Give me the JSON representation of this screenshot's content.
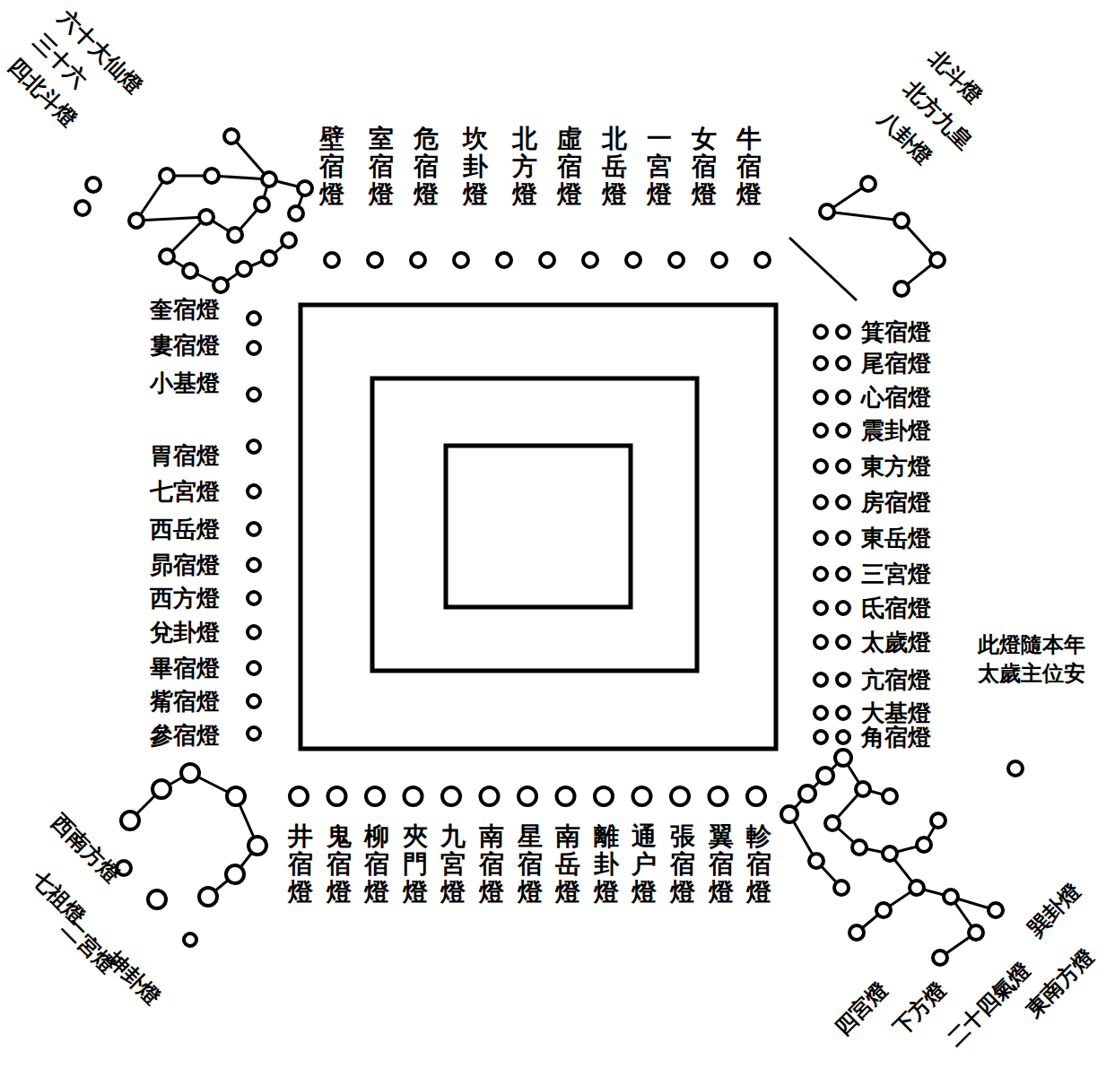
{
  "diagram": {
    "labels": [
      "壁宿燈",
      "室宿燈",
      "危宿燈",
      "坎卦燈",
      "北方燈",
      "虛宿燈",
      "北岳燈",
      "一宮燈",
      "女宿燈",
      "牛宿燈",
      "六十大仙燈",
      "三十六",
      "四北斗燈",
      "北斗燈",
      "北方九皇",
      "八卦燈",
      "奎宿燈",
      "婁宿燈",
      "小基燈",
      "胃宿燈",
      "七宮燈",
      "西岳燈",
      "昴宿燈",
      "西方燈",
      "兌卦燈",
      "畢宿燈",
      "觜宿燈",
      "參宿燈",
      "箕宿燈",
      "尾宿燈",
      "心宿燈",
      "震卦燈",
      "東方燈",
      "房宿燈",
      "東岳燈",
      "三宮燈",
      "氐宿燈",
      "太歲燈",
      "亢宿燈",
      "大基燈",
      "角宿燈",
      "此燈隨本年太歲主位安",
      "井宿燈",
      "鬼宿燈",
      "柳宿燈",
      "夾門燈",
      "九宮燈",
      "南宿燈",
      "星宿燈",
      "南岳燈",
      "離卦燈",
      "通户燈",
      "張宿燈",
      "翼宿燈",
      "軫宿燈",
      "西南方燈",
      "七祖燈",
      "二宮燈",
      "坤卦燈",
      "巽卦燈",
      "東南方燈",
      "二十四氣燈",
      "下方燈",
      "四宮燈"
    ]
  }
}
